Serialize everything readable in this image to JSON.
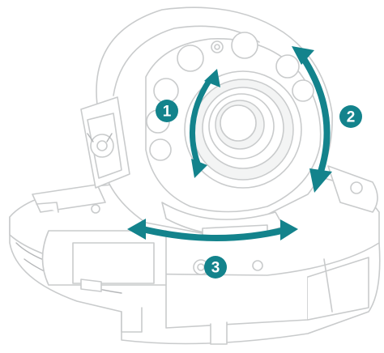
{
  "diagram": {
    "accent_color": "#13838c",
    "line_color": "#c9cbcc",
    "background": "#ffffff",
    "markers": [
      {
        "label": "1",
        "meaning": "tilt-arrow"
      },
      {
        "label": "2",
        "meaning": "rotate-arrow"
      },
      {
        "label": "3",
        "meaning": "pan-arrow"
      }
    ]
  }
}
